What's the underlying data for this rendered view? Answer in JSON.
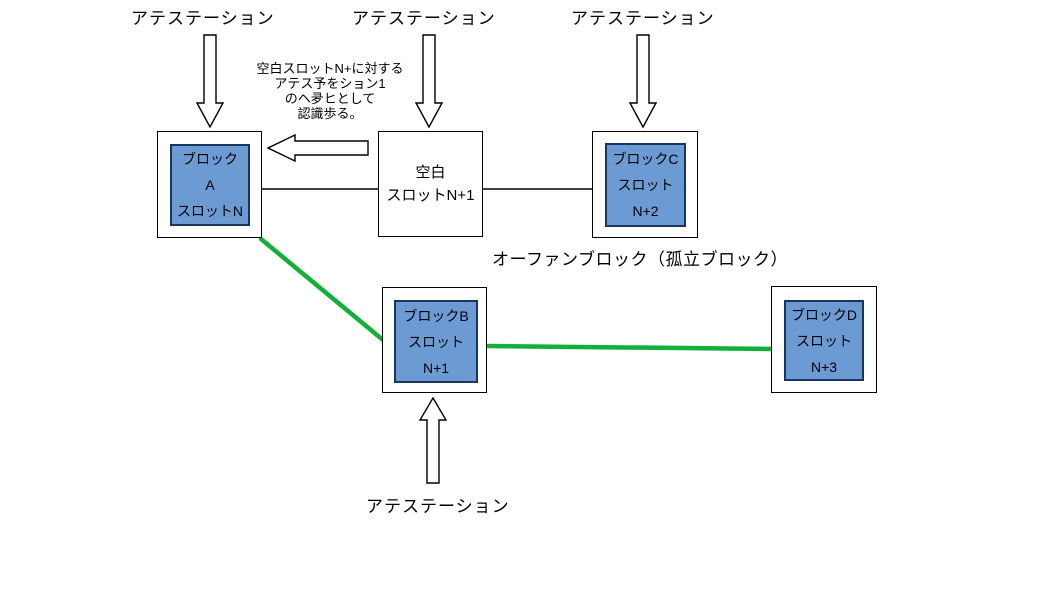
{
  "colors": {
    "background": "#FFFFFF",
    "block_fill": "#6C9BD3",
    "block_border": "#17365D",
    "outline": "#000000",
    "canonical_link_green": "#12B038"
  },
  "labels": {
    "attestation": [
      "アテステーション",
      "アテステーション",
      "アテステーション",
      "アテステーション"
    ],
    "orphan_caption": "オーファンブロック（孤立ブロック）",
    "note_lines": [
      "空白スロットN+に対する",
      "アテス予をション1",
      "のヘ夛ヒとして",
      "認識歩る。"
    ]
  },
  "blocks": {
    "block_a": {
      "lines": [
        "ブロック",
        "A",
        "スロットN"
      ]
    },
    "empty_slot": {
      "lines": [
        "空白",
        "スロットN+1"
      ]
    },
    "block_c": {
      "lines": [
        "ブロックC",
        "スロット",
        "N+2"
      ]
    },
    "block_b": {
      "lines": [
        "ブロックB",
        "スロット",
        "N+1"
      ]
    },
    "block_d": {
      "lines": [
        "ブロックD",
        "スロット",
        "N+3"
      ]
    }
  }
}
